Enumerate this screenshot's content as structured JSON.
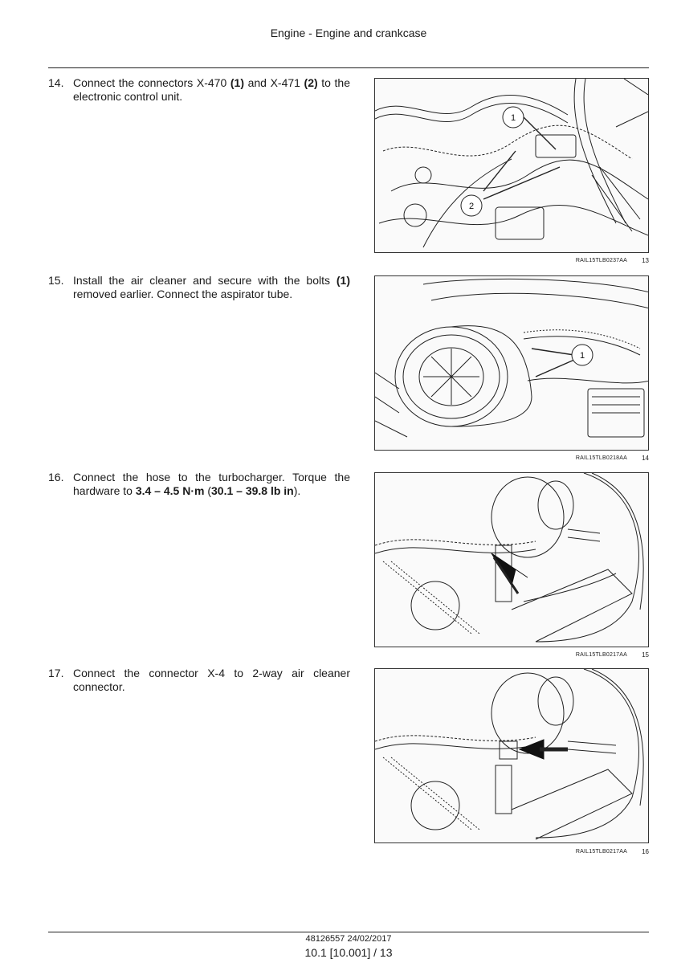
{
  "header": {
    "title": "Engine - Engine and crankcase"
  },
  "steps": [
    {
      "number": "14.",
      "parts": [
        "Connect the connectors X-470 ",
        "(1)",
        " and X-471 ",
        "(2)",
        " to the electronic control unit."
      ],
      "figure": {
        "ref": "RAIL15TLB0237AA",
        "number": "13",
        "callouts": [
          "1",
          "2"
        ]
      }
    },
    {
      "number": "15.",
      "parts": [
        "Install the air cleaner and secure with the bolts ",
        "(1)",
        " removed earlier. Connect the aspirator tube."
      ],
      "figure": {
        "ref": "RAIL15TLB0218AA",
        "number": "14",
        "callouts": [
          "1"
        ]
      }
    },
    {
      "number": "16.",
      "parts": [
        "Connect the hose to the turbocharger. Torque the hardware to ",
        "3.4 – 4.5 N·m",
        " (",
        "30.1 – 39.8 lb in",
        ")."
      ],
      "figure": {
        "ref": "RAIL15TLB0217AA",
        "number": "15"
      }
    },
    {
      "number": "17.",
      "parts": [
        "Connect the connector X-4 to 2-way air cleaner connector."
      ],
      "figure": {
        "ref": "RAIL15TLB0217AA",
        "number": "16"
      }
    }
  ],
  "footer": {
    "doc": "48126557 24/02/2017",
    "page": "10.1 [10.001] / 13"
  }
}
